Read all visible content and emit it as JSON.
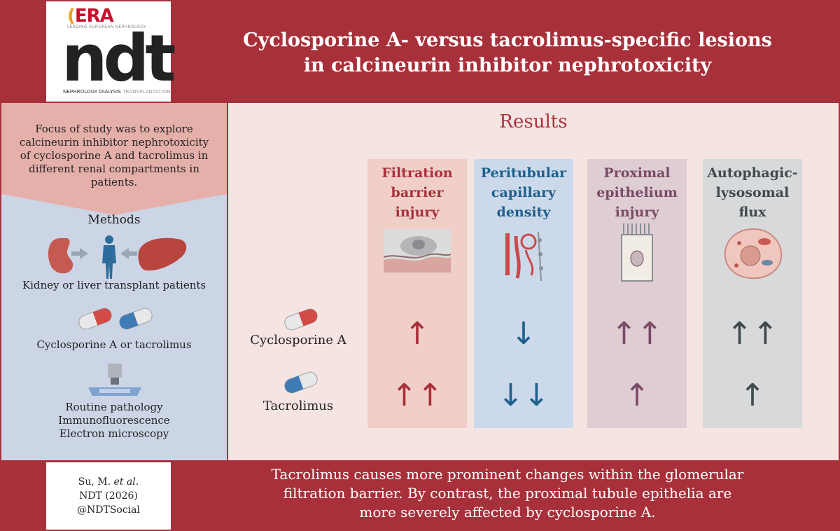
{
  "logo": {
    "era": "ERA",
    "era_sub": "LEADING EUROPEAN NEPHROLOGY",
    "ndt": "ndt",
    "ndt_sub_1": "NEPHROLOGY DIALYSIS",
    "ndt_sub_2": "TRANSPLANTATION"
  },
  "title": {
    "line1": "Cyclosporine A- versus tacrolimus-specific lesions",
    "line2": "in calcineurin inhibitor nephrotoxicity"
  },
  "focus": {
    "line1": "Focus of study was to explore",
    "line2": "calcineurin inhibitor nephrotoxicity",
    "line3": "of cyclosporine A and tacrolimus in",
    "line4": "different renal compartments in",
    "line5": "patients."
  },
  "methods": {
    "heading": "Methods",
    "patients": "Kidney or liver transplant patients",
    "drugs": "Cyclosporine A or tacrolimus",
    "techniques": [
      "Routine pathology",
      "Immunofluorescence",
      "Electron microscopy"
    ]
  },
  "results": {
    "heading": "Results",
    "rows": [
      "Cyclosporine A",
      "Tacrolimus"
    ],
    "columns": [
      {
        "h1": "Filtration",
        "h2": "barrier",
        "h3": "injury",
        "csa": "↑",
        "tac": "↑↑",
        "color": "#a8303a",
        "bg": "#f0cfc9"
      },
      {
        "h1": "Peritubular",
        "h2": "capillary",
        "h3": "density",
        "csa": "↓",
        "tac": "↓↓",
        "color": "#1f5f8b",
        "bg": "#ccd9ea"
      },
      {
        "h1": "Proximal",
        "h2": "epithelium",
        "h3": "injury",
        "csa": "↑↑",
        "tac": "↑",
        "color": "#7a4a66",
        "bg": "#decdd3"
      },
      {
        "h1": "Autophagic-",
        "h2": "lysosomal",
        "h3": "flux",
        "csa": "↑↑",
        "tac": "↑",
        "color": "#3f4a4c",
        "bg": "#d8d9da"
      }
    ]
  },
  "citation": {
    "author": "Su, M.",
    "etal": "et al.",
    "journal": "NDT (2026)",
    "handle": "@NDTSocial"
  },
  "conclusion": {
    "line1": "Tacrolimus causes more prominent changes within the glomerular",
    "line2": "filtration barrier. By contrast, the proximal tubule epithelia are",
    "line3": "more severely affected by cyclosporine A."
  },
  "colors": {
    "brand_red": "#a8303a",
    "panel_blue": "#ccd5e6",
    "panel_pink": "#f5e4e2",
    "focus_pink": "#e6b0aa"
  }
}
